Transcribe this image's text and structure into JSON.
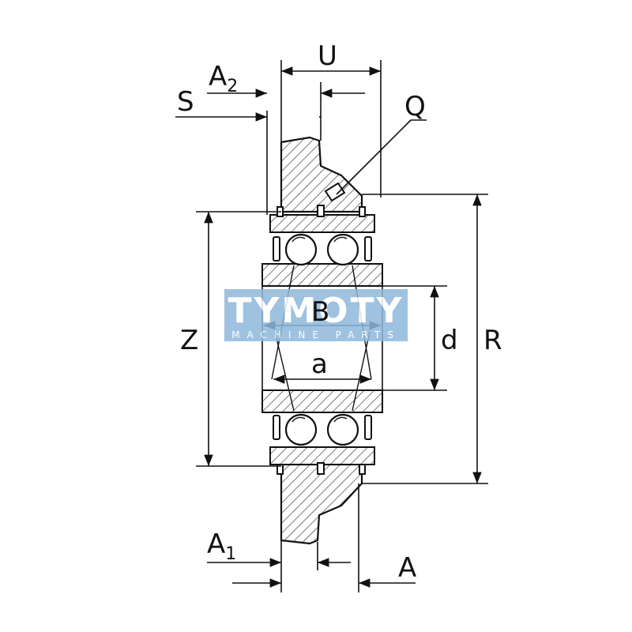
{
  "labels": {
    "U": "U",
    "A2": "A",
    "A2_sub": "2",
    "S": "S",
    "Q": "Q",
    "Z": "Z",
    "B": "B",
    "a": "a",
    "d": "d",
    "R": "R",
    "A1": "A",
    "A1_sub": "1",
    "A": "A"
  },
  "watermark": {
    "title": "TYMOTY",
    "subtitle": "MACHINE PARTS",
    "color": "#8fb8dc"
  },
  "colors": {
    "line": "#111111",
    "hatch": "#333333",
    "background": "#ffffff"
  }
}
